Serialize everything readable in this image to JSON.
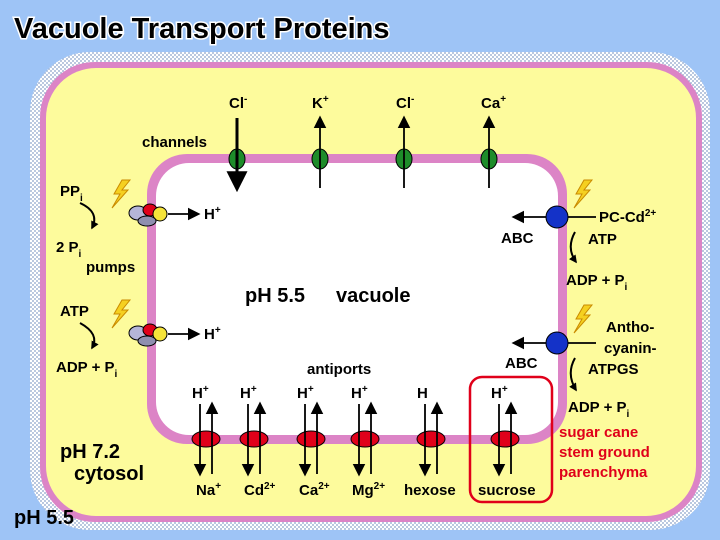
{
  "title": "Vacuole Transport Proteins",
  "labels": {
    "channels": "channels",
    "pumps": "pumps",
    "antiports": "antiports",
    "vacuole_ph": "pH 5.5",
    "vacuole": "vacuole",
    "cytosol_ph": "pH 7.2",
    "cytosol": "cytosol",
    "outside_ph": "pH 5.5",
    "abc_top": "ABC",
    "abc_bottom": "ABC",
    "tissue_line1": "sugar cane",
    "tissue_line2": "stem ground",
    "tissue_line3": "parenchyma"
  },
  "channels": [
    {
      "ion": "Cl",
      "charge": "-",
      "direction": "in"
    },
    {
      "ion": "K",
      "charge": "+",
      "direction": "out"
    },
    {
      "ion": "Cl",
      "charge": "-",
      "direction": "out"
    },
    {
      "ion": "Ca",
      "charge": "+",
      "direction": "out"
    }
  ],
  "pumps": [
    {
      "substrate": "PP",
      "substrate_sub": "i",
      "product": "2 P",
      "product_sub": "i",
      "pumped_ion": "H",
      "pumped_charge": "+"
    },
    {
      "substrate": "ATP",
      "substrate_sub": "",
      "product": "ADP + P",
      "product_sub": "i",
      "pumped_ion": "H",
      "pumped_charge": "+"
    }
  ],
  "abc_transporters": [
    {
      "substrate": "PC-Cd",
      "substrate_sup": "2+",
      "energy": "ATP",
      "product": "ADP + P",
      "product_sub": "i"
    },
    {
      "substrate_lines": [
        "Antho-",
        "cyanin-",
        "ATPGS"
      ],
      "product": "ADP + P",
      "product_sub": "i"
    }
  ],
  "antiports": [
    {
      "proton": "H",
      "proton_charge": "+",
      "partner": "Na",
      "partner_charge": "+"
    },
    {
      "proton": "H",
      "proton_charge": "+",
      "partner": "Cd",
      "partner_charge": "2+"
    },
    {
      "proton": "H",
      "proton_charge": "+",
      "partner": "Ca",
      "partner_charge": "2+"
    },
    {
      "proton": "H",
      "proton_charge": "+",
      "partner": "Mg",
      "partner_charge": "2+"
    },
    {
      "proton": "H",
      "proton_charge": "",
      "partner": "hexose",
      "partner_charge": ""
    },
    {
      "proton": "H",
      "proton_charge": "+",
      "partner": "sucrose",
      "partner_charge": ""
    }
  ],
  "colors": {
    "background": "#9ec4f6",
    "cytosol": "#fdfb9c",
    "membrane": "#dc84c6",
    "vacuole": "#ffffff",
    "channel": "#1e8c2a",
    "antiport": "#e0001a",
    "abc": "#1432c8",
    "lightning": "#f5d020",
    "highlight": "#e0001a"
  }
}
